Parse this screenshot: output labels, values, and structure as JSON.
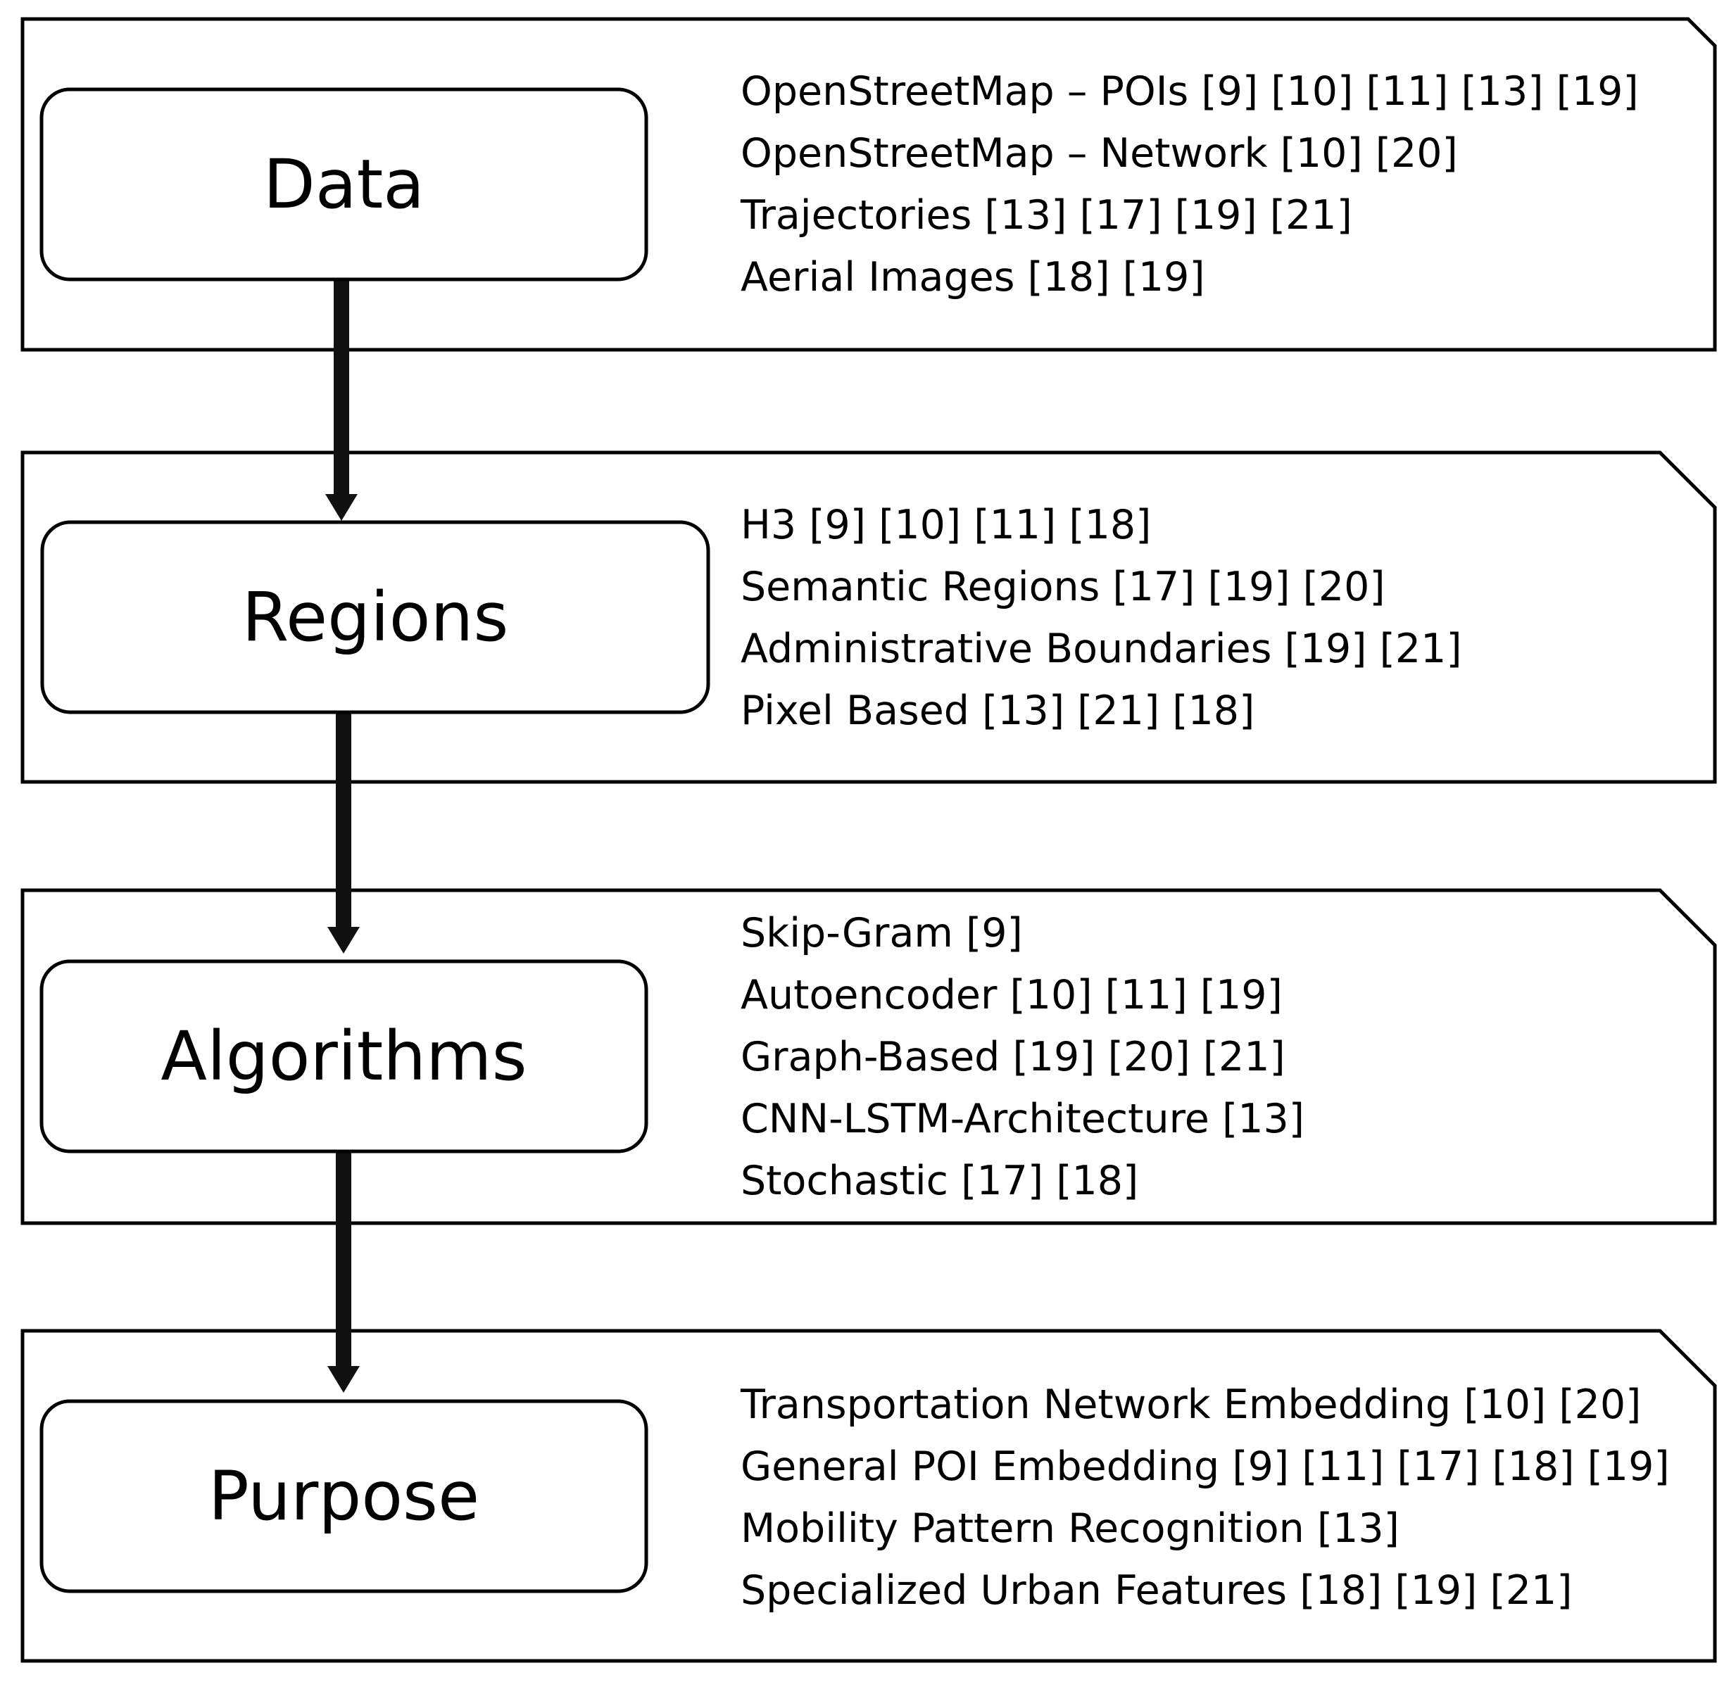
{
  "stages": [
    {
      "label": "Data",
      "items": [
        "OpenStreetMap – POIs [9] [10] [11] [13] [19]",
        "OpenStreetMap – Network [10] [20]",
        "Trajectories [13] [17] [19] [21]",
        "Aerial Images [18] [19]"
      ]
    },
    {
      "label": "Regions",
      "items": [
        "H3 [9] [10] [11] [18]",
        "Semantic Regions [17] [19] [20]",
        "Administrative Boundaries [19] [21]",
        "Pixel Based [13] [21] [18]"
      ]
    },
    {
      "label": "Algorithms",
      "items": [
        "Skip-Gram [9]",
        "Autoencoder [10] [11] [19]",
        "Graph-Based [19] [20] [21]",
        "CNN-LSTM-Architecture [13]",
        "Stochastic [17] [18]"
      ]
    },
    {
      "label": "Purpose",
      "items": [
        "Transportation Network Embedding [10] [20]",
        "General POI Embedding [9] [11] [17] [18] [19]",
        "Mobility Pattern Recognition [13]",
        "Specialized Urban Features [18] [19] [21]"
      ]
    }
  ]
}
